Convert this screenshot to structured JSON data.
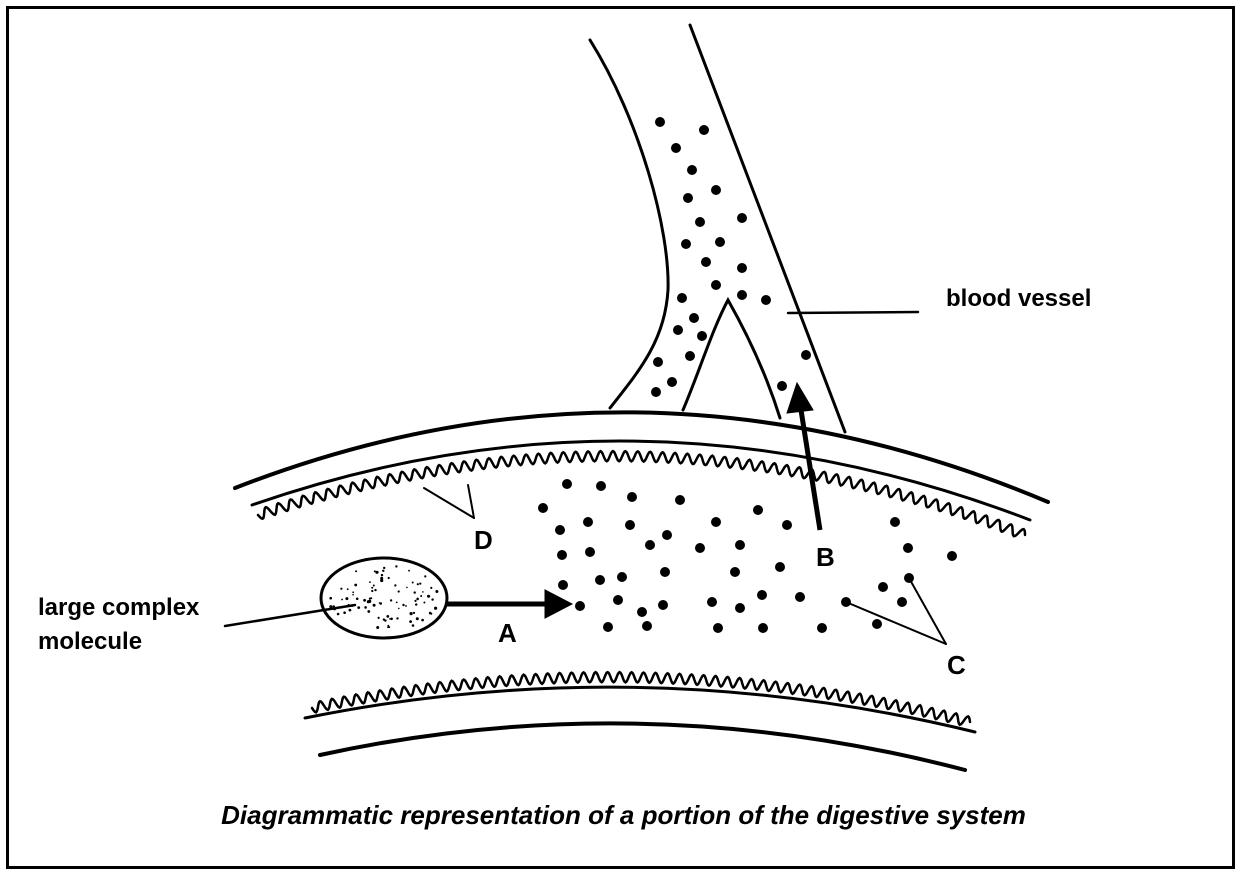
{
  "labels": {
    "blood_vessel": "blood vessel",
    "large_complex_molecule_line1": "large complex",
    "large_complex_molecule_line2": "molecule",
    "A": "A",
    "B": "B",
    "C": "C",
    "D": "D"
  },
  "caption": "Diagrammatic representation of a portion of the digestive system",
  "colors": {
    "ink": "#000000",
    "background": "#ffffff"
  }
}
